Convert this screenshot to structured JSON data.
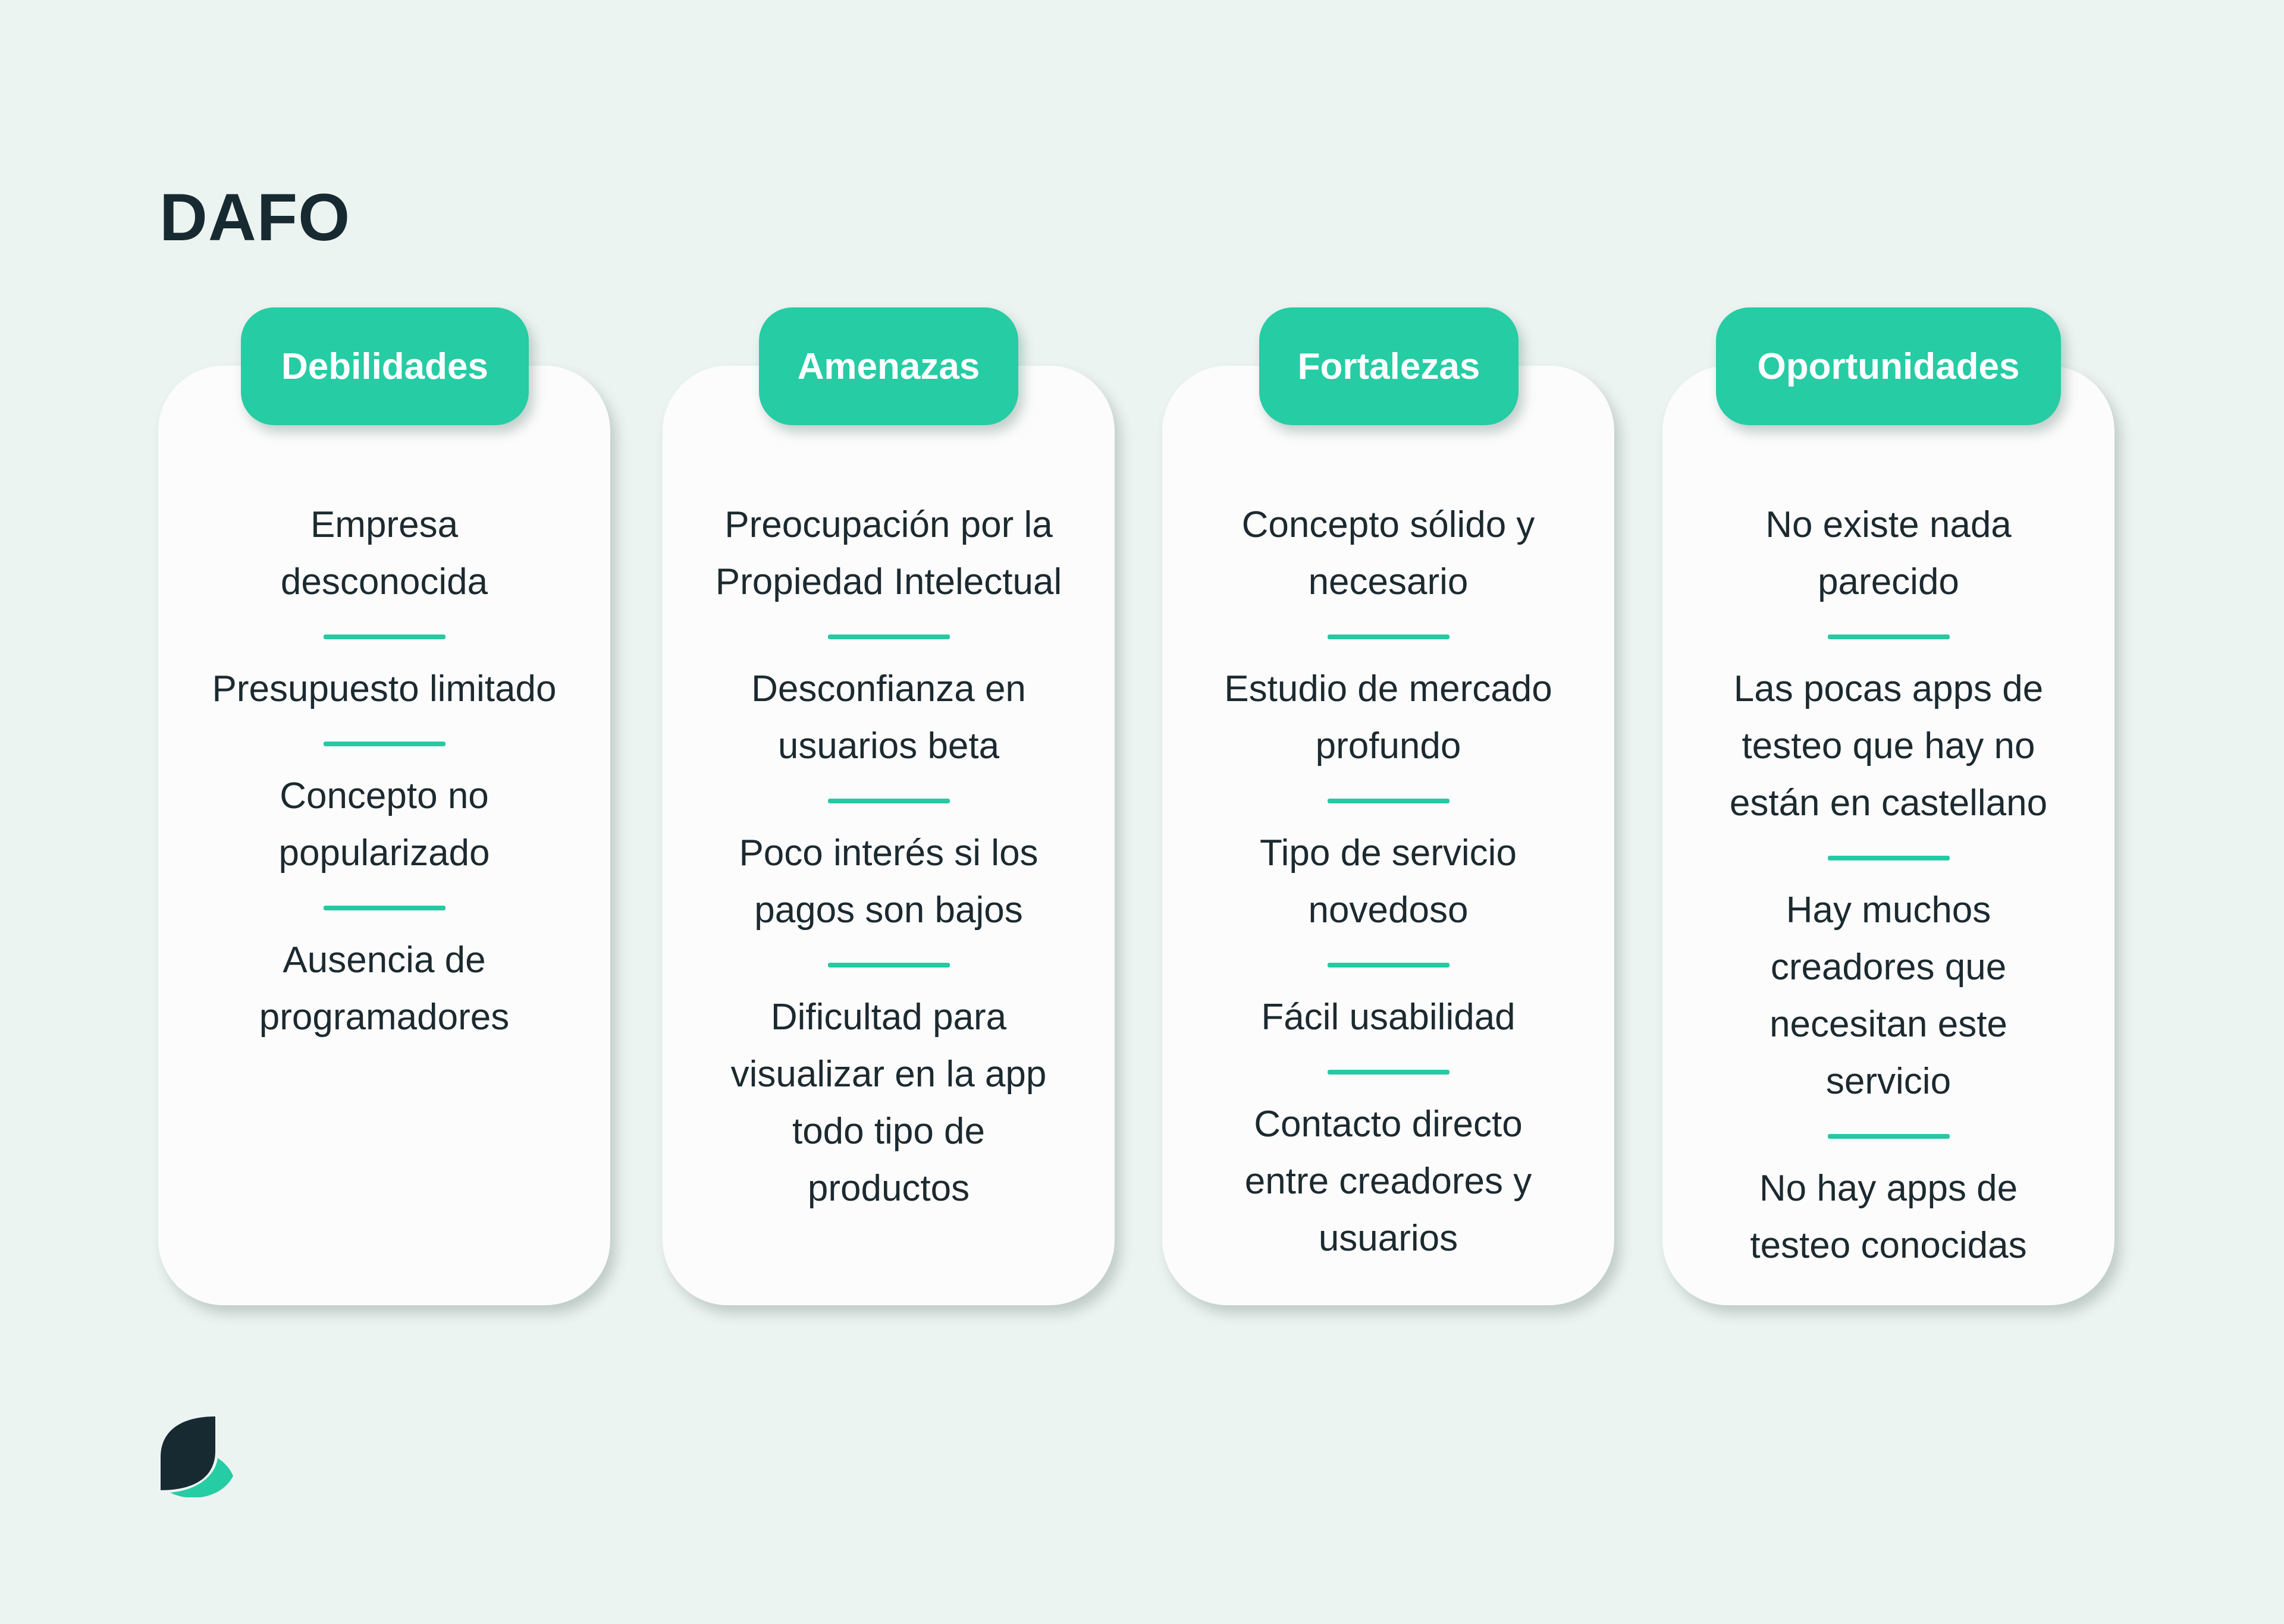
{
  "title": "DAFO",
  "colors": {
    "accent": "#26CCA4",
    "background": "#ECF4F1",
    "card": "#FCFCFC",
    "text": "#172A32"
  },
  "columns": [
    {
      "heading": "Debilidades",
      "items": [
        "Empresa desconocida",
        "Presupuesto limitado",
        "Concepto no popularizado",
        "Ausencia de programadores"
      ]
    },
    {
      "heading": "Amenazas",
      "items": [
        "Preocupación por la Propiedad Intelectual",
        "Desconfianza en usuarios beta",
        "Poco interés si los pagos son bajos",
        "Dificultad para visualizar en la app todo tipo de productos"
      ]
    },
    {
      "heading": "Fortalezas",
      "items": [
        "Concepto sólido y necesario",
        "Estudio de mercado profundo",
        "Tipo de servicio novedoso",
        "Fácil usabilidad",
        "Contacto directo entre creadores y usuarios"
      ]
    },
    {
      "heading": "Oportunidades",
      "items": [
        "No existe nada parecido",
        "Las pocas apps de testeo que hay no están en castellano",
        "Hay muchos creadores que necesitan este servicio",
        "No hay apps de testeo conocidas"
      ]
    }
  ],
  "logo_icon": "leaf-logo-icon"
}
